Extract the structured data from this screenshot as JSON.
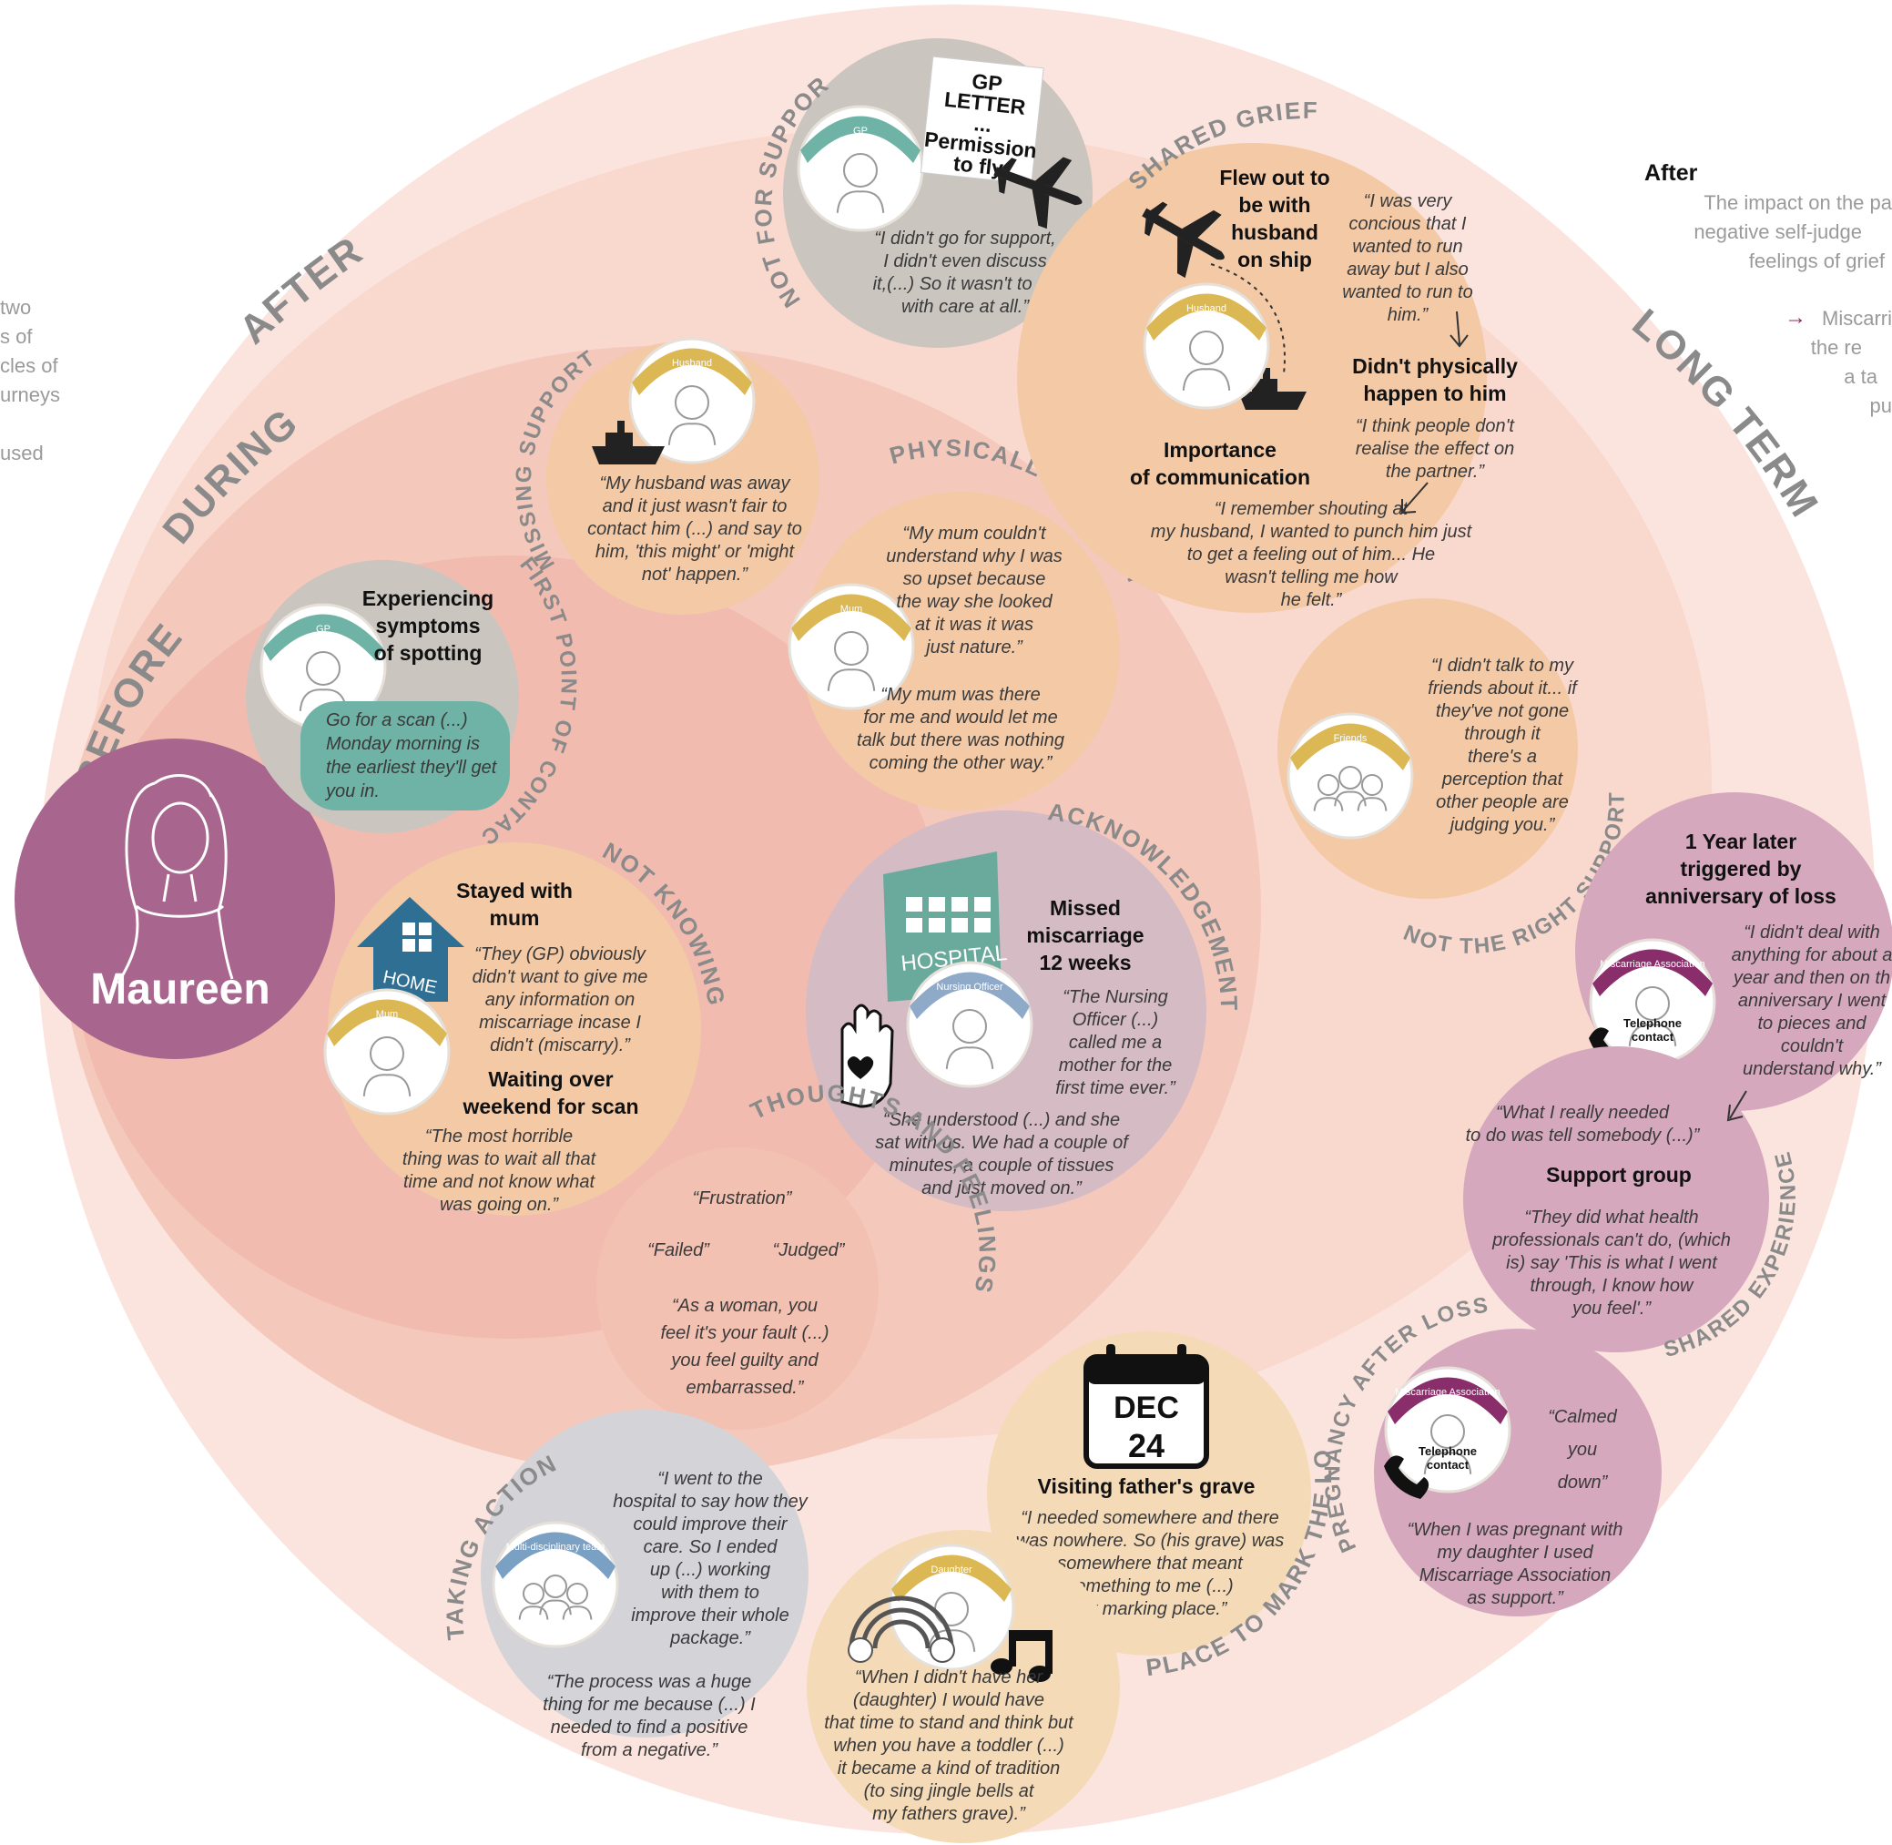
{
  "person": {
    "name": "Maureen"
  },
  "left_fragment": [
    "two",
    "s of",
    "cles of",
    "urneys",
    "",
    "used"
  ],
  "right_panel": {
    "title": "After",
    "lines": [
      "The impact on the pa",
      "negative self-judge",
      "feelings of grief"
    ],
    "note_lines": [
      "Miscarri",
      "the re",
      "a ta",
      "pu"
    ]
  },
  "rings": {
    "before": "BEFORE",
    "during": "DURING",
    "after": "AFTER",
    "long_term": "LONG TERM"
  },
  "nodes": {
    "first_contact": {
      "arc": "FIRST POINT OF CONTACT",
      "badge": "GP",
      "heading": [
        "Experiencing",
        "symptoms",
        "of spotting"
      ],
      "speech": [
        "Go for a scan (...)",
        "Monday morning is",
        "the earliest they'll get",
        "you in."
      ]
    },
    "not_knowing": {
      "arc": "NOT KNOWING",
      "badge": "Mum",
      "house": "HOME",
      "heading1": [
        "Stayed with",
        "mum"
      ],
      "quote1": [
        "“They (GP) obviously",
        "didn't want to give me",
        "any information on",
        "miscarriage incase I",
        "didn't (miscarry).”"
      ],
      "heading2": [
        "Waiting over",
        "weekend for scan"
      ],
      "quote2": [
        "“The most horrible",
        "thing was to wait all that",
        "time and not know what",
        "was going on.”"
      ]
    },
    "missing_support": {
      "arc": "MISSING SUPPORT",
      "badge": "Husband",
      "quote": [
        "“My husband was away",
        "and it just wasn't fair to",
        "contact him (...) and say to",
        "him, 'this might'  or 'might",
        "not' happen.”"
      ]
    },
    "physically_present": {
      "arc": "PHYSICALLY PRESENT",
      "badge": "Mum",
      "quote1": [
        "“My mum couldn't",
        "understand why I was",
        "so upset because",
        "the way she looked",
        "at it was it was",
        "just nature.”"
      ],
      "quote2": [
        "“My mum was there",
        "for me and would let me",
        "talk but there was nothing",
        "coming the other way.”"
      ]
    },
    "acknowledgement": {
      "arc": "ACKNOWLEDGEMENT",
      "badge": "Nursing Officer",
      "building": "HOSPITAL",
      "heading": [
        "Missed",
        "miscarriage",
        "12 weeks"
      ],
      "quote1": [
        "“The Nursing",
        "Officer (...)",
        "called me a",
        "mother for the",
        "first time ever.”"
      ],
      "quote2": [
        "“She understood (...) and she",
        "sat with us. We had a couple of",
        "minutes, a couple of tissues",
        "and just moved on.”"
      ]
    },
    "thoughts": {
      "arc": "THOUGHTS AND FEELINGS",
      "words": [
        "“Frustration”",
        "“Failed”",
        "“Judged”"
      ],
      "quote": [
        "“As a woman, you",
        "feel it's your fault (...)",
        "you feel guilty and",
        "embarrassed.”"
      ]
    },
    "not_for_support": {
      "arc": "NOT FOR SUPPORT",
      "badge": "GP",
      "letter": [
        "GP",
        "LETTER",
        "...",
        "Permission",
        "to fly"
      ],
      "quote": [
        "“I didn't go for support,",
        "I didn't even discuss",
        "it,(...) So it wasn't to do",
        "with care at all.”"
      ]
    },
    "shared_grief": {
      "arc": "SHARED GRIEF",
      "badge": "Husband",
      "heading1": [
        "Flew out to",
        "be with",
        "husband",
        "on ship"
      ],
      "quote1": [
        "“I was very",
        "concious that I",
        "wanted to run",
        "away but I also",
        "wanted to run to",
        "him.”"
      ],
      "heading2": [
        "Didn't physically",
        "happen to him"
      ],
      "quote2": [
        "“I think people don't",
        "realise the effect on",
        "the partner.”"
      ],
      "heading3": [
        "Importance",
        "of communication"
      ],
      "quote3": [
        "“I remember shouting at",
        "my husband, I wanted to punch him just",
        "to get a feeling out of him... He",
        "wasn't  telling me how",
        "he felt.”"
      ]
    },
    "not_right_support": {
      "arc": "NOT THE RIGHT SUPPORT",
      "badge": "Friends",
      "quote": [
        "“I didn't talk to my",
        "friends about it... if",
        "they've not gone",
        "through it",
        "there's a",
        "perception that",
        "other people are",
        "judging you.”"
      ]
    },
    "anniversary": {
      "badge": "Miscarriage Association",
      "contact": [
        "Telephone",
        "contact"
      ],
      "heading": [
        "1 Year later",
        "triggered by",
        "anniversary of loss"
      ],
      "quote": [
        "“I didn't deal with",
        "anything for about a",
        "year and then on th",
        "anniversary I went",
        "to pieces and",
        "couldn't",
        "understand why.”"
      ]
    },
    "shared_experience": {
      "arc": "SHARED EXPERIENCE",
      "quote1": [
        "“What I really needed",
        "to do was tell somebody (...)”"
      ],
      "heading": [
        "Support group"
      ],
      "quote2": [
        "“They did what health",
        "professionals can't do, (which",
        "is) say 'This is what I went",
        "through, I know how",
        "you feel'.”"
      ]
    },
    "pregnancy": {
      "arc": "PREGNANCY AFTER LOSS",
      "badge": "Miscarriage Association",
      "contact": [
        "Telephone",
        "contact"
      ],
      "big_quote": [
        "“Calmed",
        "you",
        "down”"
      ],
      "quote": [
        "“When I was pregnant with",
        "my daughter I used",
        "Miscarriage Association",
        "as support.”"
      ]
    },
    "place_to_mark": {
      "arc": "PLACE TO MARK THE LOSS",
      "cal_month": "DEC",
      "cal_day": "24",
      "heading": [
        "Visiting father's grave"
      ],
      "quote": [
        "“I needed somewhere and there",
        "was nowhere. So (his grave) was",
        "somewhere that meant",
        "something to me (...)",
        "my marking place.”"
      ]
    },
    "daughter": {
      "badge": "Daughter",
      "quote": [
        "“When I didn't have her",
        "(daughter) I would have",
        "that time to stand and think but",
        "when you have a toddler (...)",
        "it became a kind of tradition",
        "(to sing jingle bells at",
        "my fathers grave).”"
      ]
    },
    "taking_action": {
      "arc": "TAKING ACTION",
      "badge": "Multi-disciplinary team",
      "quote1": [
        "“I went to the",
        "hospital to say how they",
        "could improve their",
        "care. So I ended",
        "up (...) working",
        "with them to",
        "improve their whole",
        "package.”"
      ],
      "quote2": [
        "“The process was a huge",
        "thing for me because (...) I",
        "needed to find a positive",
        "from a negative.”"
      ]
    }
  },
  "colors": {
    "outer": "#fbe4dd",
    "after": "#f9d8ce",
    "during": "#f5c8bc",
    "before": "#f1bcaf",
    "peach": "#f3c9a6",
    "grey": "#cbc5bf",
    "lilac": "#d4bbc4",
    "mauve": "#d5a8bd",
    "purple": "#a8668f",
    "teal": "#6fb3a6",
    "gold": "#dcb855",
    "blue": "#4a84a8"
  }
}
